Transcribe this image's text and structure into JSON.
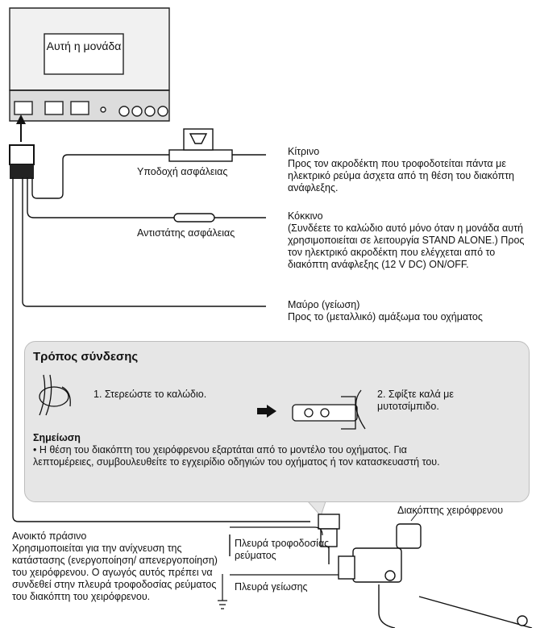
{
  "unit": {
    "label": "Αυτή η μονάδα"
  },
  "fuse_holder": {
    "label": "Υποδοχή ασφάλειας"
  },
  "fuse_resistor": {
    "label": "Αντιστάτης ασφάλειας"
  },
  "wires": {
    "yellow": {
      "name": "Κίτρινο",
      "desc": "Προς τον ακροδέκτη που τροφοδοτείται πάντα με ηλεκτρικό ρεύμα άσχετα από τη θέση του διακόπτη ανάφλεξης."
    },
    "red": {
      "name": "Κόκκινο",
      "desc": "(Συνδέετε το καλώδιο αυτό μόνο όταν η μονάδα αυτή χρησιμοποιείται σε λειτουργία STAND ALONE.) Προς τον ηλεκτρικό ακροδέκτη που ελέγχεται από το διακόπτη ανάφλεξης (12 V DC) ON/OFF."
    },
    "black": {
      "name": "Μαύρο (γείωση)",
      "desc": "Προς το (μεταλλικό) αμάξωμα του οχήματος"
    },
    "light_green": {
      "name": "Ανοικτό πράσινο",
      "desc": "Χρησιμοποιείται για την ανίχνευση της κατάστασης (ενεργοποίηση/ απενεργοποίηση) του χειρόφρενου. Ο αγωγός αυτός πρέπει να συνδεθεί στην πλευρά τροφοδοσίας ρεύματος του διακόπτη του χειρόφρενου."
    }
  },
  "connection": {
    "title": "Τρόπος σύνδεσης",
    "step1": "1. Στερεώστε το καλώδιο.",
    "step2": "2. Σφίξτε καλά με μυτοτσίμπιδο.",
    "note_title": "Σημείωση",
    "note_text": "• Η θέση του διακόπτη του χειρόφρενου εξαρτάται από το μοντέλο του οχήματος. Για λεπτομέρειες, συμβουλευθείτε το εγχειρίδιο οδηγιών του οχήματος ή τον κατασκευαστή του."
  },
  "handbrake": {
    "switch_label": "Διακόπτης χειρόφρενου",
    "power_side": "Πλευρά τροφοδοσίας ρεύματος",
    "ground_side": "Πλευρά γείωσης"
  }
}
